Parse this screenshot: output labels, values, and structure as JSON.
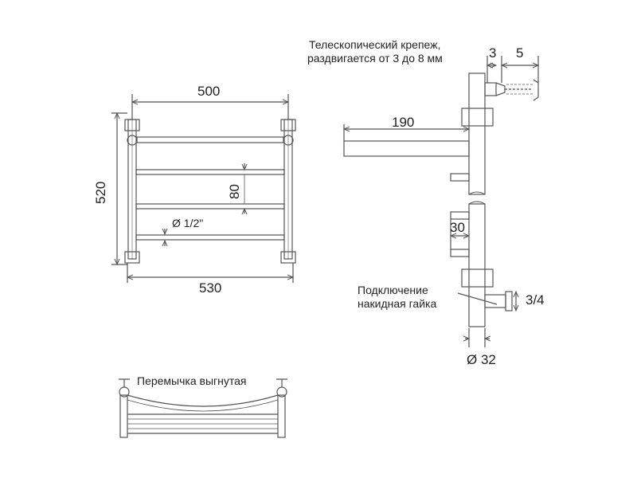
{
  "dimensions": {
    "width_top": "500",
    "width_bottom": "530",
    "height": "520",
    "spacing": "80",
    "pipe_diameter": "Ø 1/2\"",
    "offset": "190",
    "mount_gap_min": "3",
    "mount_gap_extra": "5",
    "outlet_spacing": "30",
    "thread": "3/4",
    "tube_diameter": "Ø 32"
  },
  "notes": {
    "telescopic_line1": "Телескопический крепеж,",
    "telescopic_line2": "раздвигается от 3 до 8 мм",
    "connection_line1": "Подключение",
    "connection_line2": "накидная гайка",
    "jumper": "Перемычка выгнутая"
  },
  "colors": {
    "stroke": "#555555",
    "text": "#222222",
    "background": "#ffffff"
  }
}
